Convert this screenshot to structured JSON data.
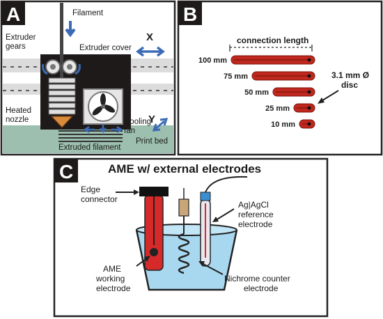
{
  "panels": {
    "a": {
      "letter": "A",
      "labels": {
        "filament": "Filament",
        "extruder_gears_1": "Extruder",
        "extruder_gears_2": "gears",
        "extruder_cover": "Extruder cover",
        "x_axis": "X",
        "y_axis": "Y",
        "heated_nozzle_1": "Heated",
        "heated_nozzle_2": "nozzle",
        "cooling_fan_1": "Cooling",
        "cooling_fan_2": "fan",
        "print_bed": "Print bed",
        "extruded_filament": "Extruded filament"
      },
      "colors": {
        "bed": "#9cbfb0",
        "cover": "#1f1a1a",
        "rail": "#d9d9d9",
        "nozzle": "#d98a3a",
        "arrow": "#3c6bb5"
      }
    },
    "b": {
      "letter": "B",
      "header": "connection length",
      "rods": [
        {
          "label": "100 mm",
          "length_mm": 100
        },
        {
          "label": "75 mm",
          "length_mm": 75
        },
        {
          "label": "50 mm",
          "length_mm": 50
        },
        {
          "label": "25 mm",
          "length_mm": 25
        },
        {
          "label": "10 mm",
          "length_mm": 10
        }
      ],
      "disc_label_1": "3.1 mm Ø",
      "disc_label_2": "disc",
      "colors": {
        "rod": "#c0281e",
        "rod_dark": "#7a1510"
      }
    },
    "c": {
      "letter": "C",
      "title": "AME w/ external electrodes",
      "labels": {
        "edge_connector_1": "Edge",
        "edge_connector_2": "connector",
        "reference_1": "Ag|AgCl",
        "reference_2": "reference",
        "reference_3": "electrode",
        "working_1": "AME",
        "working_2": "working",
        "working_3": "electrode",
        "counter_1": "Nichrome counter",
        "counter_2": "electrode"
      },
      "colors": {
        "liquid": "#a8d8f0",
        "beaker": "#222222",
        "working": "#d62a2a",
        "reference_tube": "#e8e8f0",
        "reference_cap": "#3a8fd0"
      }
    }
  }
}
